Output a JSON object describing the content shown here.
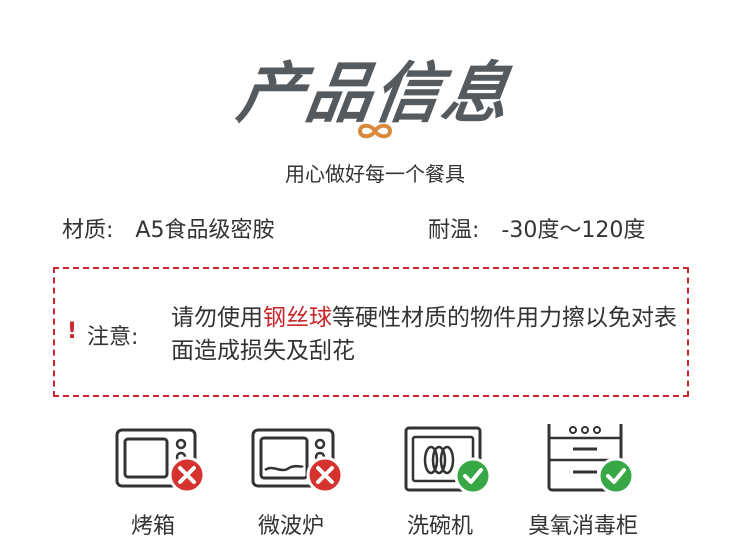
{
  "header": {
    "title": "产品信息",
    "subtitle": "用心做好每一个餐具"
  },
  "specs": {
    "material_label": "材质:",
    "material_value": "A5食品级密胺",
    "temp_label": "耐温:",
    "temp_value": "-30度～120度"
  },
  "notice": {
    "mark": "!",
    "label": "注意:",
    "text_before": "请勿使用",
    "text_highlight": "钢丝球",
    "text_after": "等硬性材质的物件用力擦以免对表面造成损失及刮花"
  },
  "appliances": [
    {
      "label": "烤箱",
      "icon": "oven-icon",
      "allowed": false
    },
    {
      "label": "微波炉",
      "icon": "microwave-icon",
      "allowed": false
    },
    {
      "label": "洗碗机",
      "icon": "dishwasher-icon",
      "allowed": true
    },
    {
      "label": "臭氧消毒柜",
      "icon": "disinfection-cabinet-icon",
      "allowed": true
    }
  ],
  "colors": {
    "title": "#555a5e",
    "accent": "#c9252b",
    "infinity": "#d9893c",
    "prohibited": "#d63330",
    "allowed": "#37a845"
  }
}
